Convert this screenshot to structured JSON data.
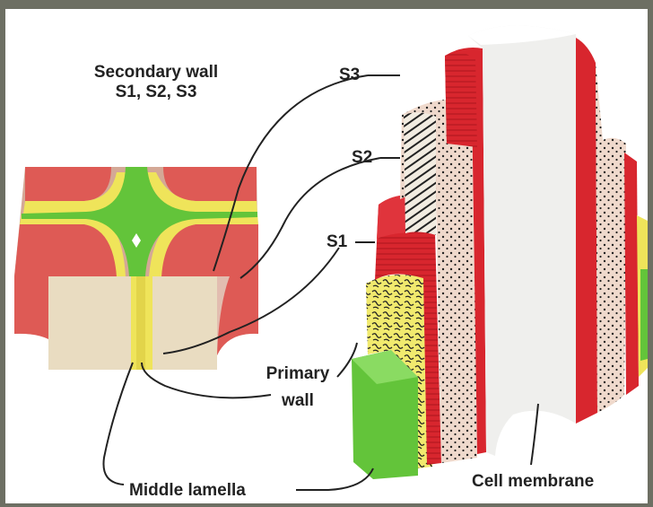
{
  "labels": {
    "secondary_wall_line1": "Secondary wall",
    "secondary_wall_line2": "S1, S2, S3",
    "s3": "S3",
    "s2": "S2",
    "s1": "S1",
    "primary_wall_line1": "Primary",
    "primary_wall_line2": "wall",
    "middle_lamella": "Middle lamella",
    "cell_membrane": "Cell membrane"
  },
  "colors": {
    "background": "#6d6f63",
    "s3_red": "#d8262e",
    "s2_pink": "#e8c9b8",
    "s1_red": "#d8262e",
    "primary_yellow": "#efe45a",
    "middle_lamella_green": "#5cc93a",
    "lumen": "#eeeeec"
  }
}
